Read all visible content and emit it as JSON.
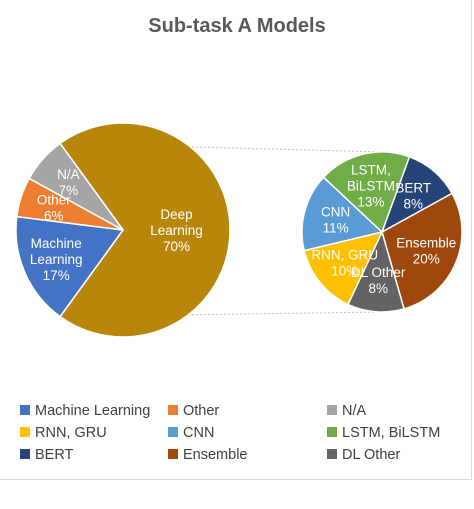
{
  "chart_data": {
    "type": "pie",
    "title": "Sub-task A Models",
    "main_pie": {
      "slices": [
        {
          "label": "Deep Learning",
          "value": 70,
          "display": [
            "Deep",
            "Learning",
            "70%"
          ],
          "color": "#b8860b",
          "label_color": "#ffffff"
        },
        {
          "label": "Machine Learning",
          "value": 17,
          "display": [
            "Machine",
            "Learning",
            "17%"
          ],
          "color": "#4472c4",
          "label_color": "#ffffff"
        },
        {
          "label": "Other",
          "value": 6,
          "display": [
            "Other",
            "6%"
          ],
          "color": "#ed7d31",
          "label_color": "#ffffff"
        },
        {
          "label": "N/A",
          "value": 7,
          "display": [
            "N/A",
            "7%"
          ],
          "color": "#a5a5a5",
          "label_color": "#ffffff"
        }
      ]
    },
    "sub_pie": {
      "exploded_from": "Deep Learning",
      "slices": [
        {
          "label": "BERT",
          "value": 8,
          "display": [
            "BERT",
            "8%"
          ],
          "color": "#264478",
          "label_color": "#ffffff"
        },
        {
          "label": "Ensemble",
          "value": 20,
          "display": [
            "Ensemble",
            "20%"
          ],
          "color": "#9e480e",
          "label_color": "#ffffff"
        },
        {
          "label": "DL Other",
          "value": 8,
          "display": [
            "DL Other",
            "8%"
          ],
          "color": "#636363",
          "label_color": "#ffffff"
        },
        {
          "label": "RNN, GRU",
          "value": 10,
          "display": [
            "RNN, GRU",
            "10%"
          ],
          "color": "#ffc000",
          "label_color": "#ffffff"
        },
        {
          "label": "CNN",
          "value": 11,
          "display": [
            "CNN",
            "11%"
          ],
          "color": "#5b9bd5",
          "label_color": "#ffffff"
        },
        {
          "label": "LSTM, BiLSTM",
          "value": 13,
          "display": [
            "LSTM,",
            "BiLSTM",
            "13%"
          ],
          "color": "#70ad47",
          "label_color": "#ffffff"
        }
      ]
    },
    "legend": [
      {
        "label": "Machine Learning",
        "color": "#4472c4"
      },
      {
        "label": "Other",
        "color": "#ed7d31"
      },
      {
        "label": "N/A",
        "color": "#a5a5a5"
      },
      {
        "label": "RNN, GRU",
        "color": "#ffc000"
      },
      {
        "label": "CNN",
        "color": "#5b9bd5"
      },
      {
        "label": "LSTM, BiLSTM",
        "color": "#70ad47"
      },
      {
        "label": "BERT",
        "color": "#264478"
      },
      {
        "label": "Ensemble",
        "color": "#9e480e"
      },
      {
        "label": "DL Other",
        "color": "#636363"
      }
    ],
    "legend_position": "bottom",
    "connector_color": "#bfbfbf"
  }
}
